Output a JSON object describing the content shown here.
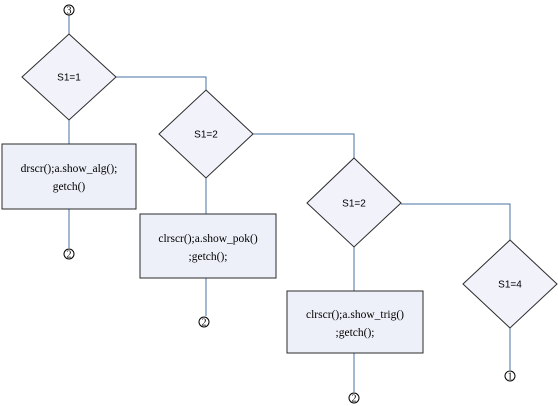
{
  "connectors": {
    "top": "3",
    "out1": "2",
    "out2": "2",
    "out3": "2",
    "out4": "1"
  },
  "decisions": {
    "d1": "S1=1",
    "d2": "S1=2",
    "d3": "S1=2",
    "d4": "S1=4"
  },
  "actions": {
    "a1": [
      "drscr();a.show_alg();",
      "getch()"
    ],
    "a2": [
      "clrscr();a.show_pok()",
      ";getch();"
    ],
    "a3": [
      "clrscr();a.show_trig()",
      ";getch();"
    ]
  }
}
